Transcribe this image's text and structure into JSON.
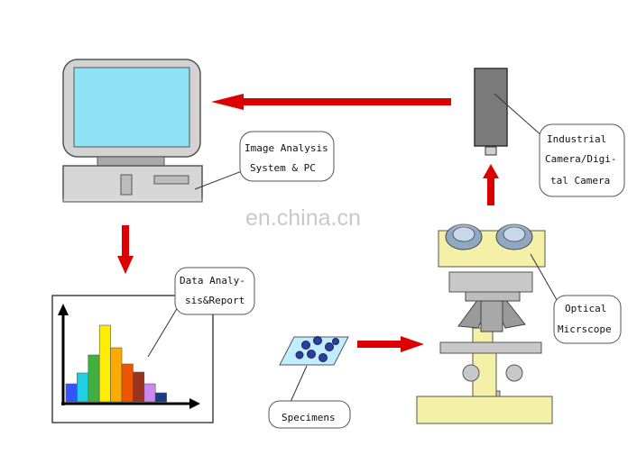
{
  "labels": {
    "pc": [
      "Image Analysis",
      "System & PC"
    ],
    "camera": [
      "Industrial",
      "Camera/Digi-",
      "tal Camera"
    ],
    "report": [
      "Data Analy-",
      "sis&Report"
    ],
    "microscope": [
      "Optical",
      "Micrscope"
    ],
    "specimens": [
      "Specimens"
    ]
  },
  "watermark": "en.china.cn",
  "histogram": {
    "values": [
      20,
      32,
      52,
      85,
      60,
      42,
      33,
      20,
      10
    ],
    "colors": [
      "#3355ff",
      "#20d0e0",
      "#40b040",
      "#ffee00",
      "#ffaa00",
      "#ee5500",
      "#993322",
      "#cc88ee",
      "#1a3a8a"
    ]
  },
  "colors": {
    "arrow": "#dd0000",
    "screen": "#8fe3f7",
    "microscope_body": "#f5f0a8",
    "microscope_gray": "#c8c8c8"
  }
}
